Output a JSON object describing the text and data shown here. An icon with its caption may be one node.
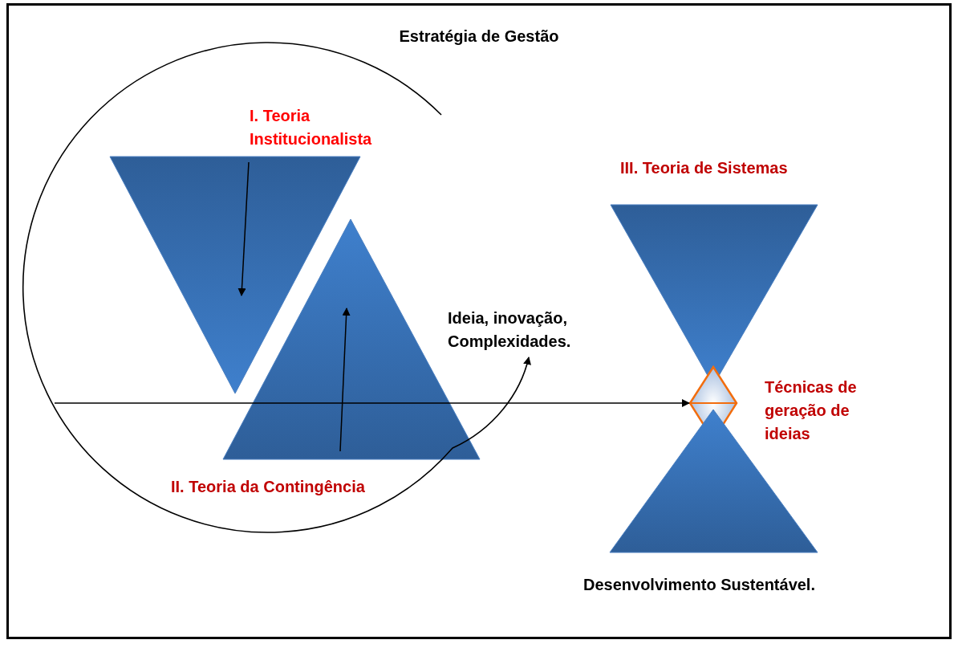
{
  "diagram": {
    "title": "Estratégia de Gestão",
    "nodes": [
      {
        "text": [
          "I. Teoria Institucionalista"
        ]
      },
      {
        "text": [
          "II. Teoria da Contingência"
        ]
      },
      {
        "text": [
          "Ideia, inovação, Complexidades."
        ]
      },
      {
        "text": [
          "III. Teoria de Sistemas"
        ]
      },
      {
        "text": [
          "Técnicas de geração de ideias"
        ]
      },
      {
        "text": [
          "Desenvolvimento Sustentável."
        ]
      }
    ],
    "edges": [
      {
        "from": null,
        "to": 4,
        "arrow": "to"
      },
      {
        "from": null,
        "to": 2,
        "arrow": "to"
      }
    ]
  }
}
